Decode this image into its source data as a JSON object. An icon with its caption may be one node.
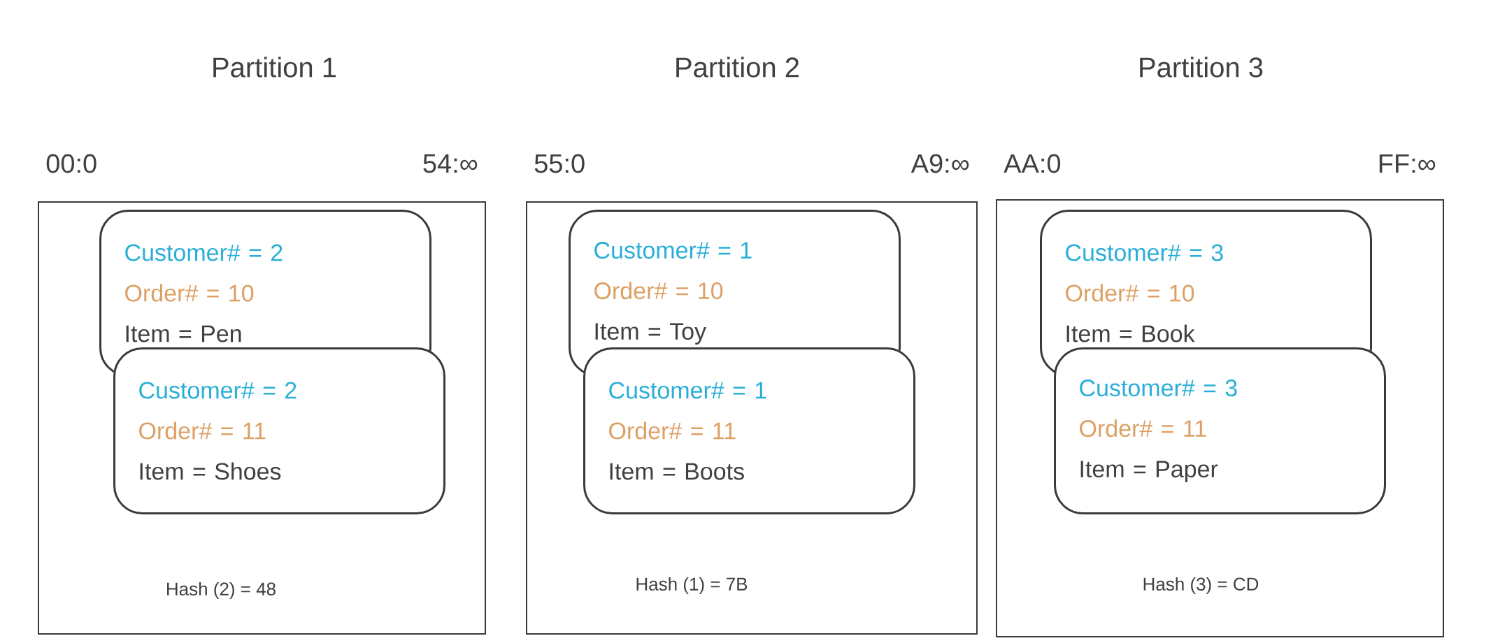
{
  "diagram": {
    "nodes": [
      {
        "text": [
          "Partition 1",
          "Hash (2) =  48"
        ],
        "beside": [
          "00:0",
          "54:∞"
        ]
      },
      {
        "text": [
          "Customer# = 2",
          "Order# = 10",
          "Item = Pen"
        ],
        "in": 0
      },
      {
        "text": [
          "Customer# = 2",
          "Order# = 11",
          "Item = Shoes"
        ],
        "in": 0
      },
      {
        "text": [
          "Partition 2",
          "Hash (1) =  7B"
        ],
        "beside": [
          "55:0",
          "A9:∞"
        ]
      },
      {
        "text": [
          "Customer# = 1",
          "Order# = 10",
          "Item = Toy"
        ],
        "in": 3
      },
      {
        "text": [
          "Customer# = 1",
          "Order# = 11",
          "Item = Boots"
        ],
        "in": 3
      },
      {
        "text": [
          "Partition 3",
          "Hash (3) =  CD"
        ],
        "beside": [
          "AA:0",
          "FF:∞"
        ]
      },
      {
        "text": [
          "Customer# = 3",
          "Order# = 10",
          "Item = Book"
        ],
        "in": 6
      },
      {
        "text": [
          "Customer# = 3",
          "Order# = 11",
          "Item = Paper"
        ],
        "in": 6
      }
    ]
  }
}
